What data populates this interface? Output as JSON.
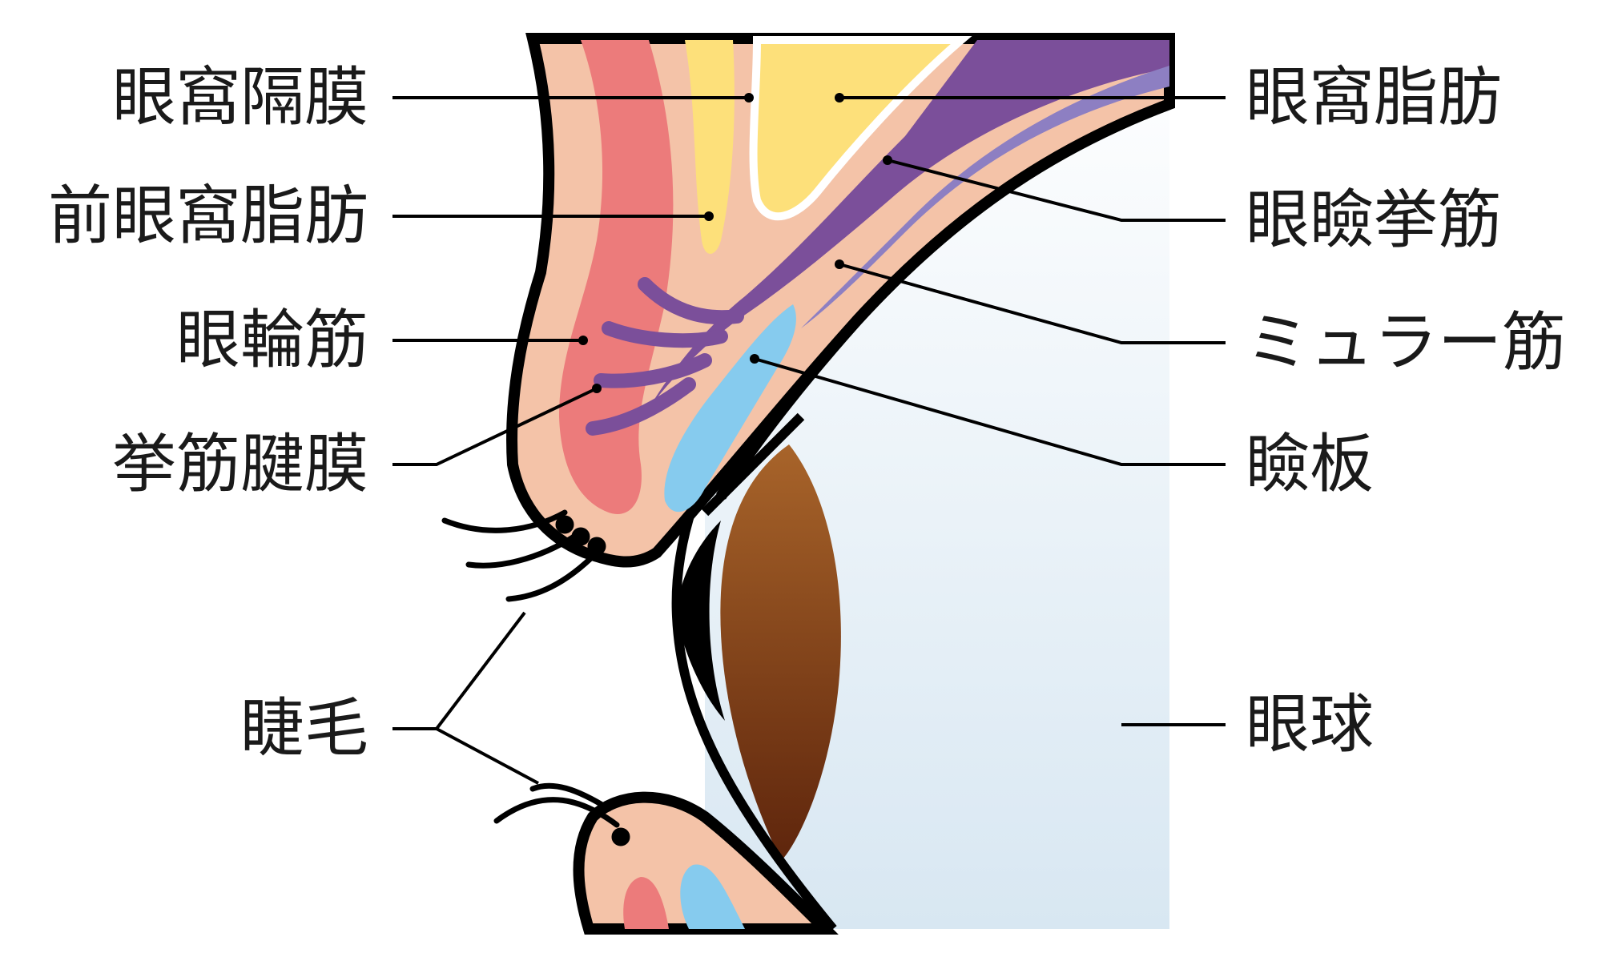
{
  "diagram": {
    "left_labels": {
      "orbital_septum": "眼窩隔膜",
      "preorbital_fat": "前眼窩脂肪",
      "orbicularis": "眼輪筋",
      "levator_aponeurosis": "挙筋腱膜",
      "eyelashes": "睫毛"
    },
    "right_labels": {
      "orbital_fat": "眼窩脂肪",
      "levator_muscle": "眼瞼挙筋",
      "muller_muscle": "ミュラー筋",
      "tarsus": "瞼板",
      "eyeball": "眼球"
    },
    "colors": {
      "skin": "#f4c3a8",
      "orbicularis": "#ec7b7b",
      "fat": "#fde07a",
      "levator": "#7b4f9a",
      "muller": "#8d7fc2",
      "tarsus": "#86cbee",
      "iris_top": "#a8642a",
      "iris_bottom": "#5e250c",
      "eyeball": "#dce9f3",
      "outline": "#000000"
    }
  }
}
